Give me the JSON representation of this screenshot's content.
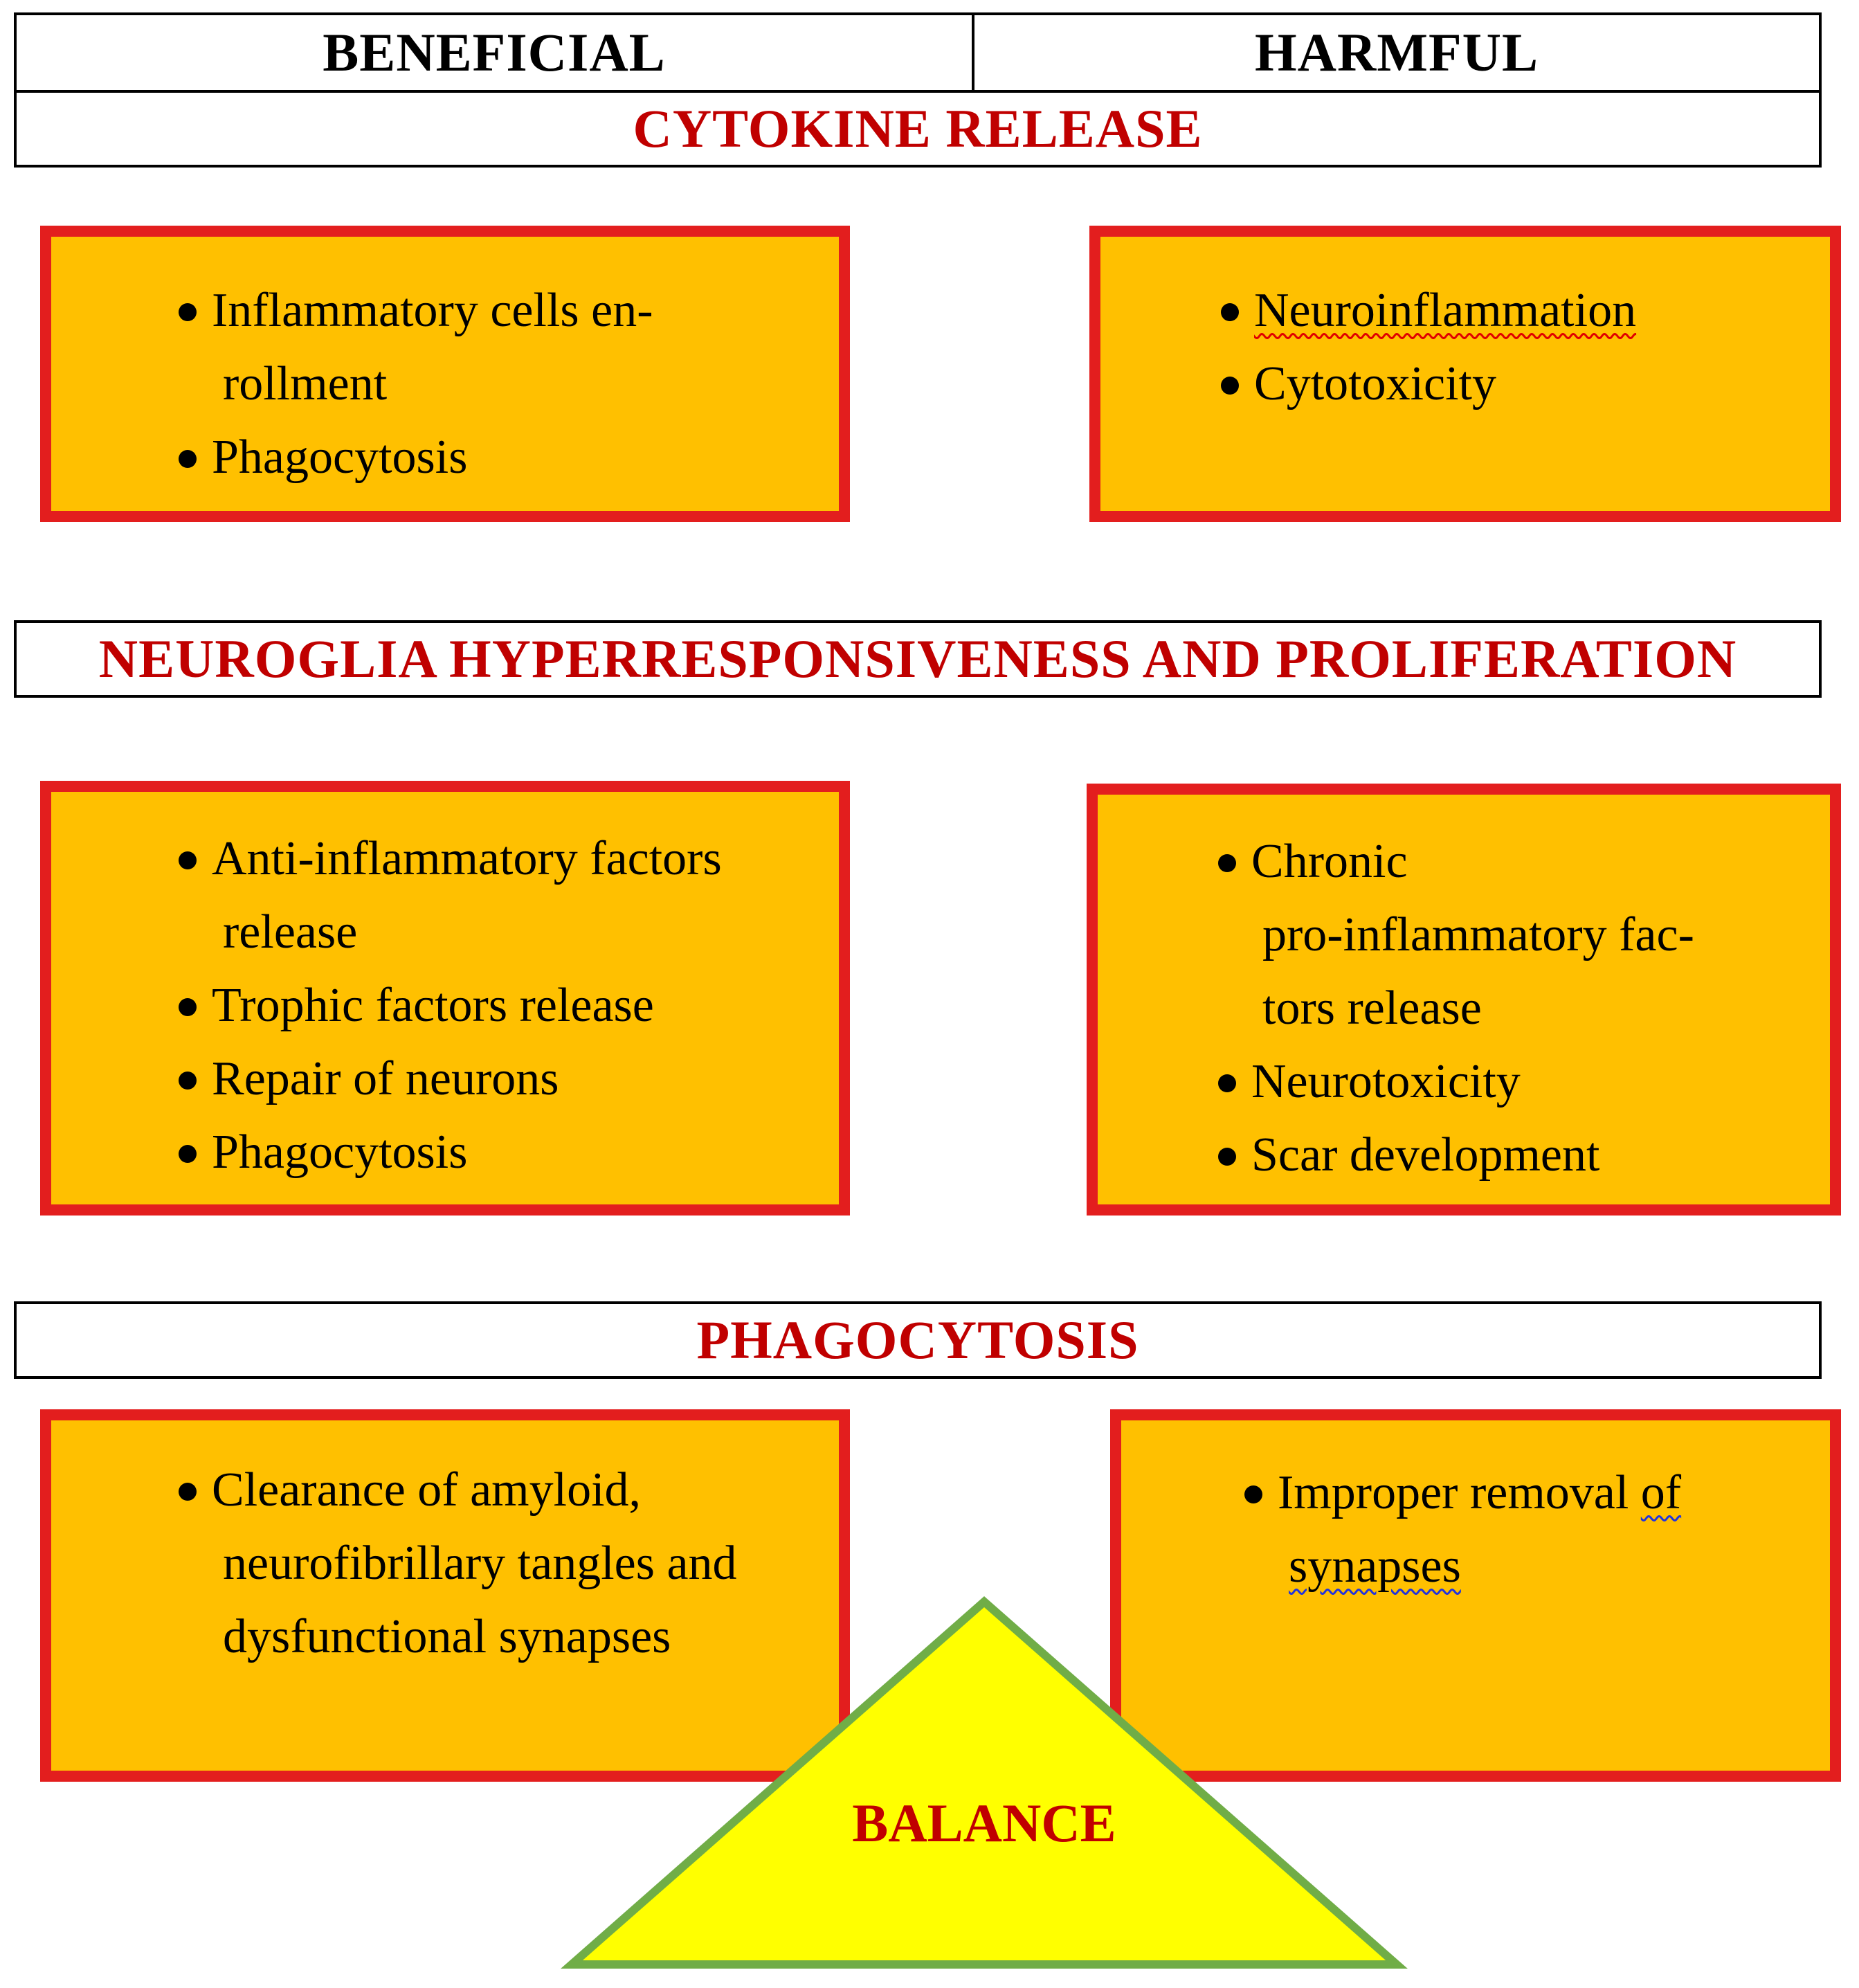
{
  "header": {
    "beneficial_label": "BENEFICIAL",
    "harmful_label": "HARMFUL"
  },
  "sections": {
    "cytokine_title": "CYTOKINE RELEASE",
    "neuroglia_title": "NEUROGLIA HYPERRESPONSIVENESS AND PROLIFERATION",
    "phagocytosis_title": "PHAGOCYTOSIS"
  },
  "cytokine": {
    "beneficial": {
      "item1_line1": "Inflammatory cells en-",
      "item1_line2": "rollment",
      "item2": "Phagocytosis"
    },
    "harmful": {
      "item1": "Neuroinflammation",
      "item2": "Cytotoxicity"
    }
  },
  "neuroglia": {
    "beneficial": {
      "item1_line1": "Anti-inflammatory factors",
      "item1_line2": "release",
      "item2": "Trophic factors release",
      "item3": "Repair of neurons",
      "item4": "Phagocytosis"
    },
    "harmful": {
      "item1_line1": "Chronic",
      "item1_line2": "pro-inflammatory fac-",
      "item1_line3": "tors release",
      "item2": "Neurotoxicity",
      "item3": "Scar development"
    }
  },
  "phagocytosis": {
    "beneficial": {
      "item1_line1": "Clearance of amyloid,",
      "item1_line2": "neurofibrillary tangles and",
      "item1_line3": "dysfunctional synapses"
    },
    "harmful": {
      "item1_line1_a": "Improper removal ",
      "item1_line1_b": "of",
      "item1_line2": "synapses"
    }
  },
  "balance": {
    "label": "BALANCE",
    "fill_color": "#ffff00",
    "stroke_color": "#70ad47",
    "text_color": "#c00000"
  },
  "colors": {
    "box_fill": "#ffc000",
    "box_border": "#e31e1e",
    "title_red": "#c00000"
  }
}
